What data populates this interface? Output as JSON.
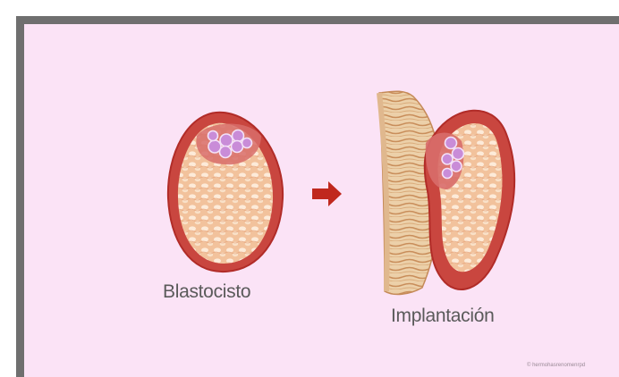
{
  "labels": {
    "blastocyst": "Blastocisto",
    "implantation": "Implantación"
  },
  "credit": "© hermohasrenomenrpd",
  "colors": {
    "background": "#fbe3f6",
    "frame": "#6f6f6f",
    "tissue_outline": "#c0392b",
    "tissue_fill": "#f1b98f",
    "inner_cell_mass": "#c98cd8",
    "arrow": "#c0281e",
    "endometrium": "#e9c79f",
    "label_text": "#5a5a5a"
  },
  "icons": {
    "arrow": "right-arrow-icon"
  }
}
